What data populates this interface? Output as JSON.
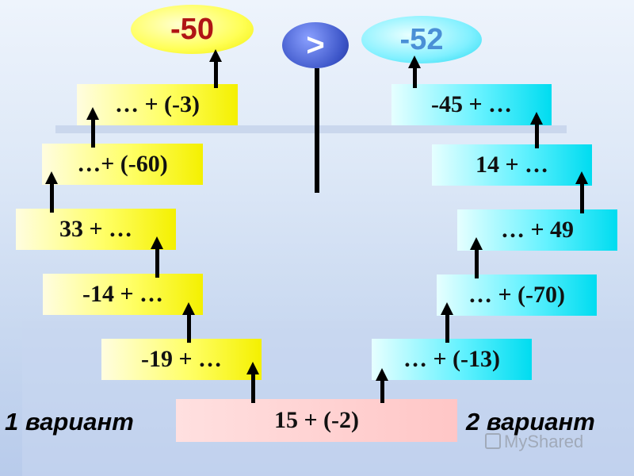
{
  "left_column": {
    "result": "-50",
    "boxes": [
      "… + (-3)",
      "…+ (-60)",
      "33 + …",
      "-14 + …",
      "-19 + …"
    ]
  },
  "right_column": {
    "result": "-52",
    "boxes": [
      "-45 + …",
      "14 + …",
      "… + 49",
      "… + (-70)",
      "… + (-13)"
    ]
  },
  "start_expression": "15 + (-2)",
  "comparison_sign": ">",
  "labels": {
    "variant_1": "1 вариант",
    "variant_2": "2 вариант"
  },
  "watermark": "MyShared",
  "colors": {
    "left_result_text": "#b01515",
    "right_result_text": "#4a8fd6",
    "comparison_circle": "#3c55c8"
  }
}
